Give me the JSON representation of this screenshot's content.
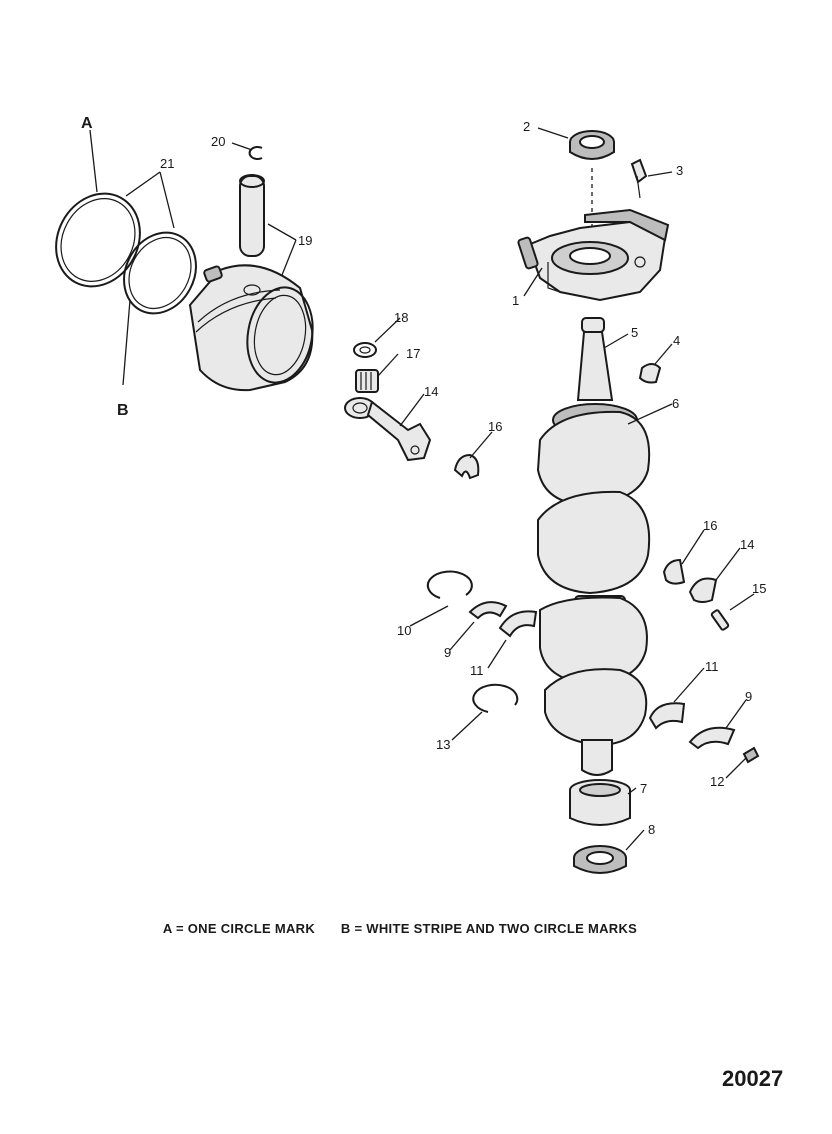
{
  "labels": {
    "A": "A",
    "B": "B",
    "n1": "1",
    "n2": "2",
    "n3": "3",
    "n4": "4",
    "n5": "5",
    "n6": "6",
    "n7": "7",
    "n8": "8",
    "n9a": "9",
    "n9b": "9",
    "n10": "10",
    "n11a": "11",
    "n11b": "11",
    "n12": "12",
    "n13": "13",
    "n14a": "14",
    "n14b": "14",
    "n15": "15",
    "n16a": "16",
    "n16b": "16",
    "n17": "17",
    "n18": "18",
    "n19": "19",
    "n20": "20",
    "n21": "21"
  },
  "legend": {
    "a": "A = ONE CIRCLE MARK",
    "b": "B = WHITE STRIPE AND TWO CIRCLE MARKS"
  },
  "figure_number": "20027"
}
